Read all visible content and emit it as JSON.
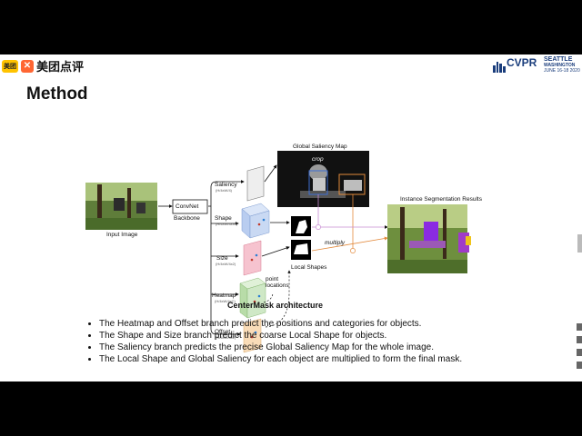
{
  "header": {
    "brand_badge": "美团",
    "brand_icon": "dianping-icon",
    "brand_name": "美团点评",
    "conference_logo": {
      "main": "CVPR",
      "city": "SEATTLE",
      "state": "WASHINGTON",
      "dates": "JUNE 16-18 2020"
    }
  },
  "slide_title": "Method",
  "diagram": {
    "input_label": "Input Image",
    "backbone_box": "ConvNet",
    "backbone_label": "Backbone",
    "branches": [
      {
        "name": "Saliency",
        "dims": "(H/4xW/4)"
      },
      {
        "name": "Shape",
        "dims": "(H/4xW/4xS²)"
      },
      {
        "name": "Size",
        "dims": "(H/4xW/4x2)"
      },
      {
        "name": "Heatmap",
        "dims": "(H/4xW/4xC)"
      },
      {
        "name": "Offset",
        "dims": "(H/4xW/4x2)"
      }
    ],
    "global_saliency_title": "Global Saliency Map",
    "crop_label": "crop",
    "multiply_label": "multiply",
    "local_shapes_label": "Local Shapes",
    "point_locations_label": "point\nlocations",
    "result_title": "Instance Segmentation Results",
    "caption": "CenterMask architecture",
    "colors": {
      "saliency_box": "#eeeeee",
      "shape_box": "#c9d9f3",
      "size_box": "#f6c3cf",
      "heatmap_box": "#cfe8c6",
      "offset_box": "#f9dcb8",
      "multiply_line": "#e38a3c",
      "crop_line": "#c78bd3"
    }
  },
  "bullets": [
    "The Heatmap and Offset branch predict the positions and categories for objects.",
    "The Shape and Size branch predict the coarse Local Shape for objects.",
    "The Saliency branch predicts the precise Global Saliency Map for the whole image.",
    "The Local Shape and Global Saliency for each object are multiplied to form the final mask."
  ]
}
